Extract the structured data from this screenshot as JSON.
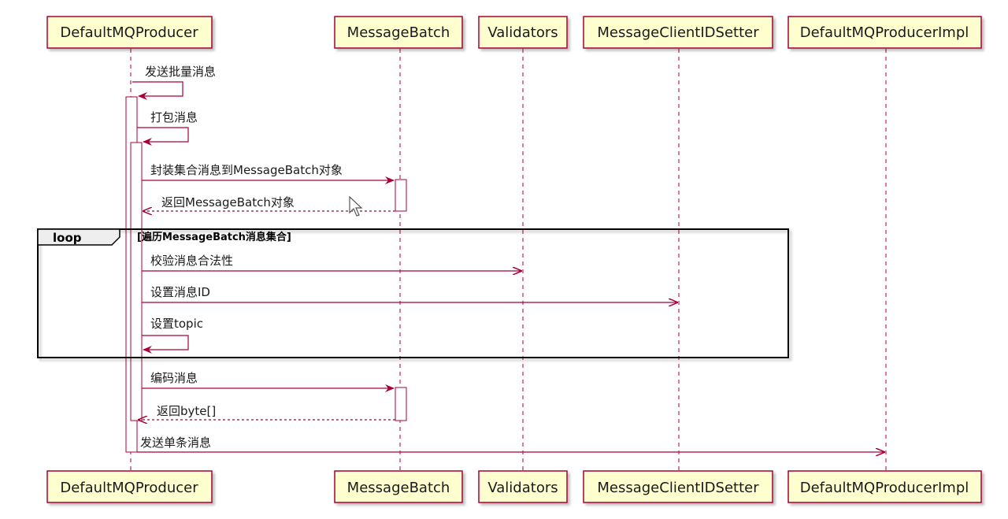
{
  "participants": [
    {
      "id": "producer",
      "label": "DefaultMQProducer"
    },
    {
      "id": "batch",
      "label": "MessageBatch"
    },
    {
      "id": "validators",
      "label": "Validators"
    },
    {
      "id": "setter",
      "label": "MessageClientIDSetter"
    },
    {
      "id": "impl",
      "label": "DefaultMQProducerImpl"
    }
  ],
  "messages": [
    {
      "id": "m1",
      "label": "发送批量消息"
    },
    {
      "id": "m2",
      "label": "打包消息"
    },
    {
      "id": "m3",
      "label": "封装集合消息到MessageBatch对象"
    },
    {
      "id": "m4",
      "label": "返回MessageBatch对象"
    },
    {
      "id": "m5",
      "label": "校验消息合法性"
    },
    {
      "id": "m6",
      "label": "设置消息ID"
    },
    {
      "id": "m7",
      "label": "设置topic"
    },
    {
      "id": "m8",
      "label": "编码消息"
    },
    {
      "id": "m9",
      "label": "返回byte[]"
    },
    {
      "id": "m10",
      "label": "发送单条消息"
    }
  ],
  "loop": {
    "keyword": "loop",
    "condition": "[遍历MessageBatch消息集合]"
  },
  "colors": {
    "participant_fill": "#FEFECE",
    "participant_border": "#A80036",
    "arrow": "#A80036",
    "loop_border": "#000000"
  }
}
